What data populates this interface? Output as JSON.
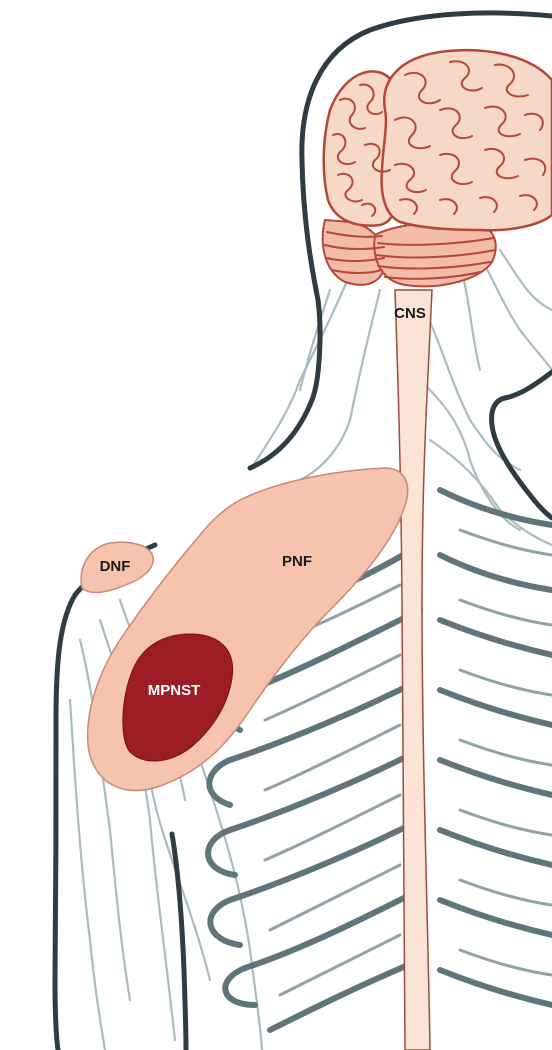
{
  "labels": {
    "cns": "CNS",
    "pnf": "PNF",
    "dnf": "DNF",
    "mpnst": "MPNST"
  },
  "colors": {
    "body_outline": "#2c3e44",
    "nerves": "#a9bcc2",
    "ribs": "#5f757c",
    "brain_fill": "#f6d8c6",
    "brain_stroke": "#b5473a",
    "spinal_cord": "#fbe3d6",
    "neurofibroma": "#f5c3ae",
    "mpnst": "#9b1c22"
  }
}
